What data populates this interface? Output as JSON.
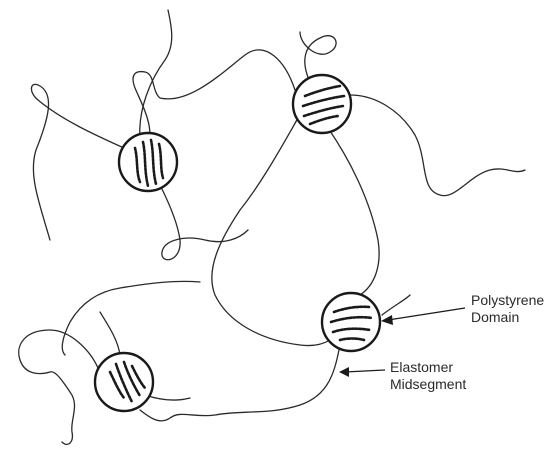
{
  "labels": {
    "polystyrene": [
      "Polystyrene",
      "Domain"
    ],
    "elastomer": [
      "Elastomer",
      "Midsegment"
    ]
  },
  "style": {
    "line_color": "#2a2a2a",
    "background": "#ffffff"
  }
}
